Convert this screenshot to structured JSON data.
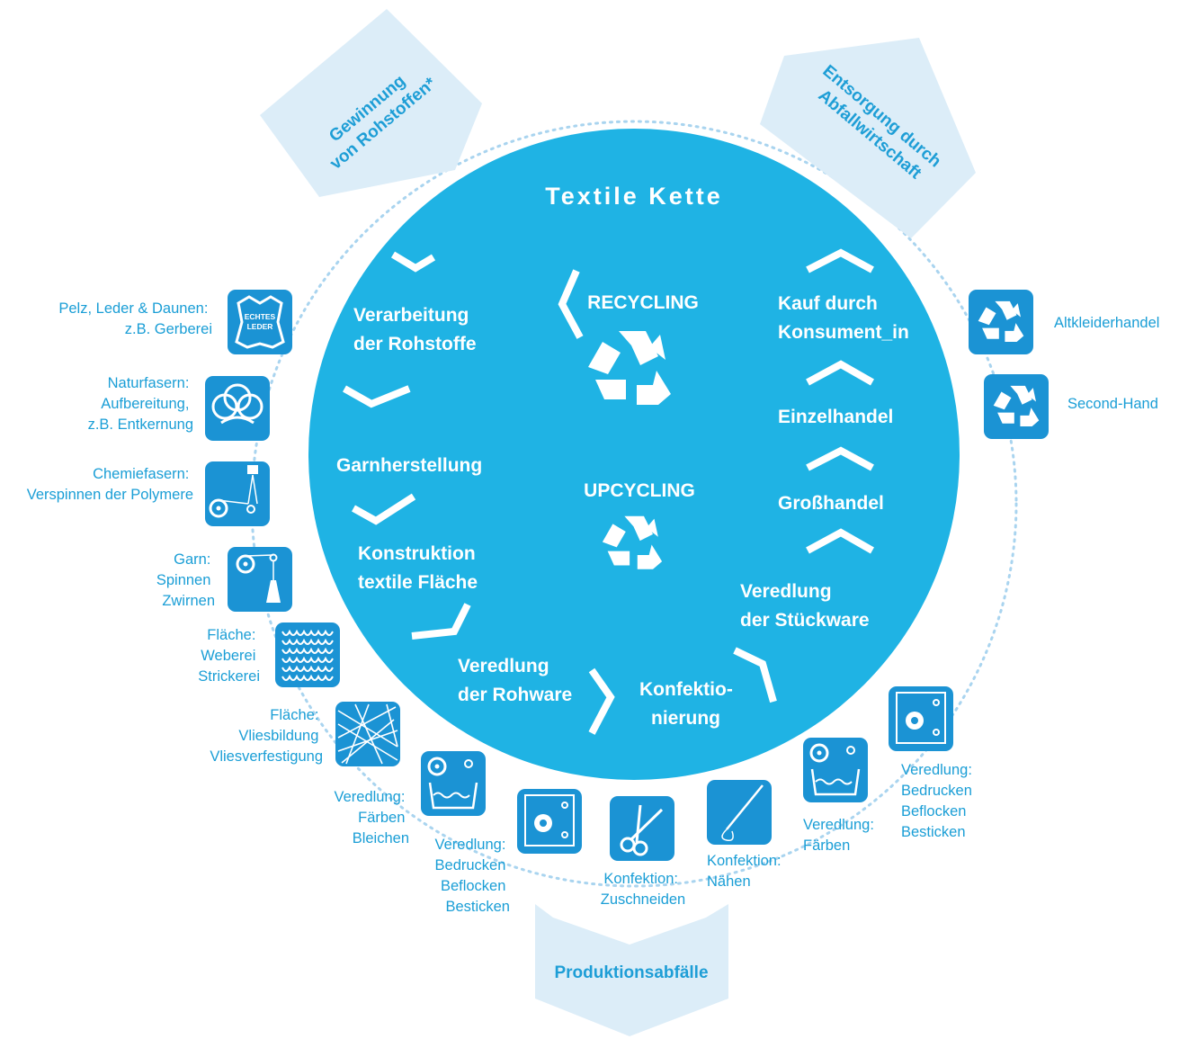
{
  "colors": {
    "circle": "#1fb3e4",
    "accent_text": "#1a9ed6",
    "icon_bg": "#1b93d4",
    "banner_fill": "#dcedf8",
    "dotted_ring": "#a9d4ef"
  },
  "title": "Textile Kette",
  "banners": {
    "top_left": [
      "Gewinnung",
      "von Rohstoffen*"
    ],
    "top_right": [
      "Entsorgung durch",
      "Abfallwirtschaft"
    ],
    "bottom": "Produktionsabfälle"
  },
  "center": {
    "recycling": "RECYCLING",
    "upcycling": "UPCYCLING"
  },
  "chain": {
    "verarbeitung": [
      "Verarbeitung",
      "der Rohstoffe"
    ],
    "garnherstellung": "Garnherstellung",
    "konstruktion": [
      "Konstruktion",
      "textile Fläche"
    ],
    "veredlung_rohware": [
      "Veredlung",
      "der Rohware"
    ],
    "konfektionierung": [
      "Konfektio-",
      "nierung"
    ],
    "veredlung_stueckware": [
      "Veredlung",
      "der Stückware"
    ],
    "grosshandel": "Großhandel",
    "einzelhandel": "Einzelhandel",
    "kauf": [
      "Kauf durch",
      "Konsument_in"
    ]
  },
  "outer": {
    "pelz": [
      "Pelz, Leder & Daunen:",
      "z.B. Gerberei"
    ],
    "naturfasern": [
      "Naturfasern:",
      "Aufbereitung,",
      "z.B. Entkernung"
    ],
    "chemiefasern": [
      "Chemiefasern:",
      "Verspinnen der Polymere"
    ],
    "garn": [
      "Garn:",
      "Spinnen",
      "Zwirnen"
    ],
    "flaeche_weberei": [
      "Fläche:",
      "Weberei",
      "Strickerei"
    ],
    "flaeche_vlies": [
      "Fläche:",
      "Vliesbildung",
      "Vliesverfestigung"
    ],
    "veredlung_faerben_bleichen": [
      "Veredlung:",
      "Färben",
      "Bleichen"
    ],
    "veredlung_bedrucken_1": [
      "Veredlung:",
      "Bedrucken",
      "Beflocken",
      "Besticken"
    ],
    "konfektion_zuschneiden": [
      "Konfektion:",
      "Zuschneiden"
    ],
    "konfektion_naehen": [
      "Konfektion:",
      "Nähen"
    ],
    "veredlung_faerben": [
      "Veredlung:",
      "Färben"
    ],
    "veredlung_bedrucken_2": [
      "Veredlung:",
      "Bedrucken",
      "Beflocken",
      "Besticken"
    ],
    "altkleiderhandel": "Altkleiderhandel",
    "second_hand": "Second-Hand"
  },
  "icons": {
    "leather_label": [
      "ECHTES",
      "LEDER"
    ]
  }
}
